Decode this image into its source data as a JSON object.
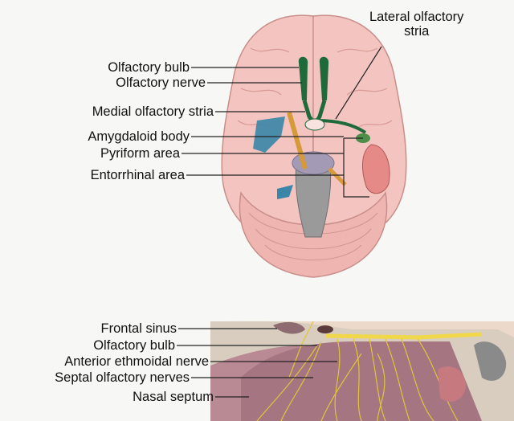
{
  "upper_labels": {
    "lateral_olfactory_stria_line1": "Lateral olfactory",
    "lateral_olfactory_stria_line2": "stria",
    "olfactory_bulb": "Olfactory bulb",
    "olfactory_nerve": "Olfactory nerve",
    "medial_olfactory_stria": "Medial olfactory stria",
    "amygdaloid_body": "Amygdaloid body",
    "pyriform_area": "Pyriform area",
    "entorrhinal_area": "Entorrhinal area"
  },
  "lower_labels": {
    "frontal_sinus": "Frontal sinus",
    "olfactory_bulb": "Olfactory bulb",
    "anterior_ethmoidal_nerve": "Anterior ethmoidal nerve",
    "septal_olfactory_nerves": "Septal olfactory nerves",
    "nasal_septum": "Nasal septum"
  },
  "colors": {
    "brain": "#f3c4c0",
    "olfactory_tract": "#1f6a3a",
    "nerve": "#f0d84a",
    "vessel": "#3a86a8",
    "brainstem": "#9a9a9a",
    "entorhinal": "#e58a86"
  }
}
